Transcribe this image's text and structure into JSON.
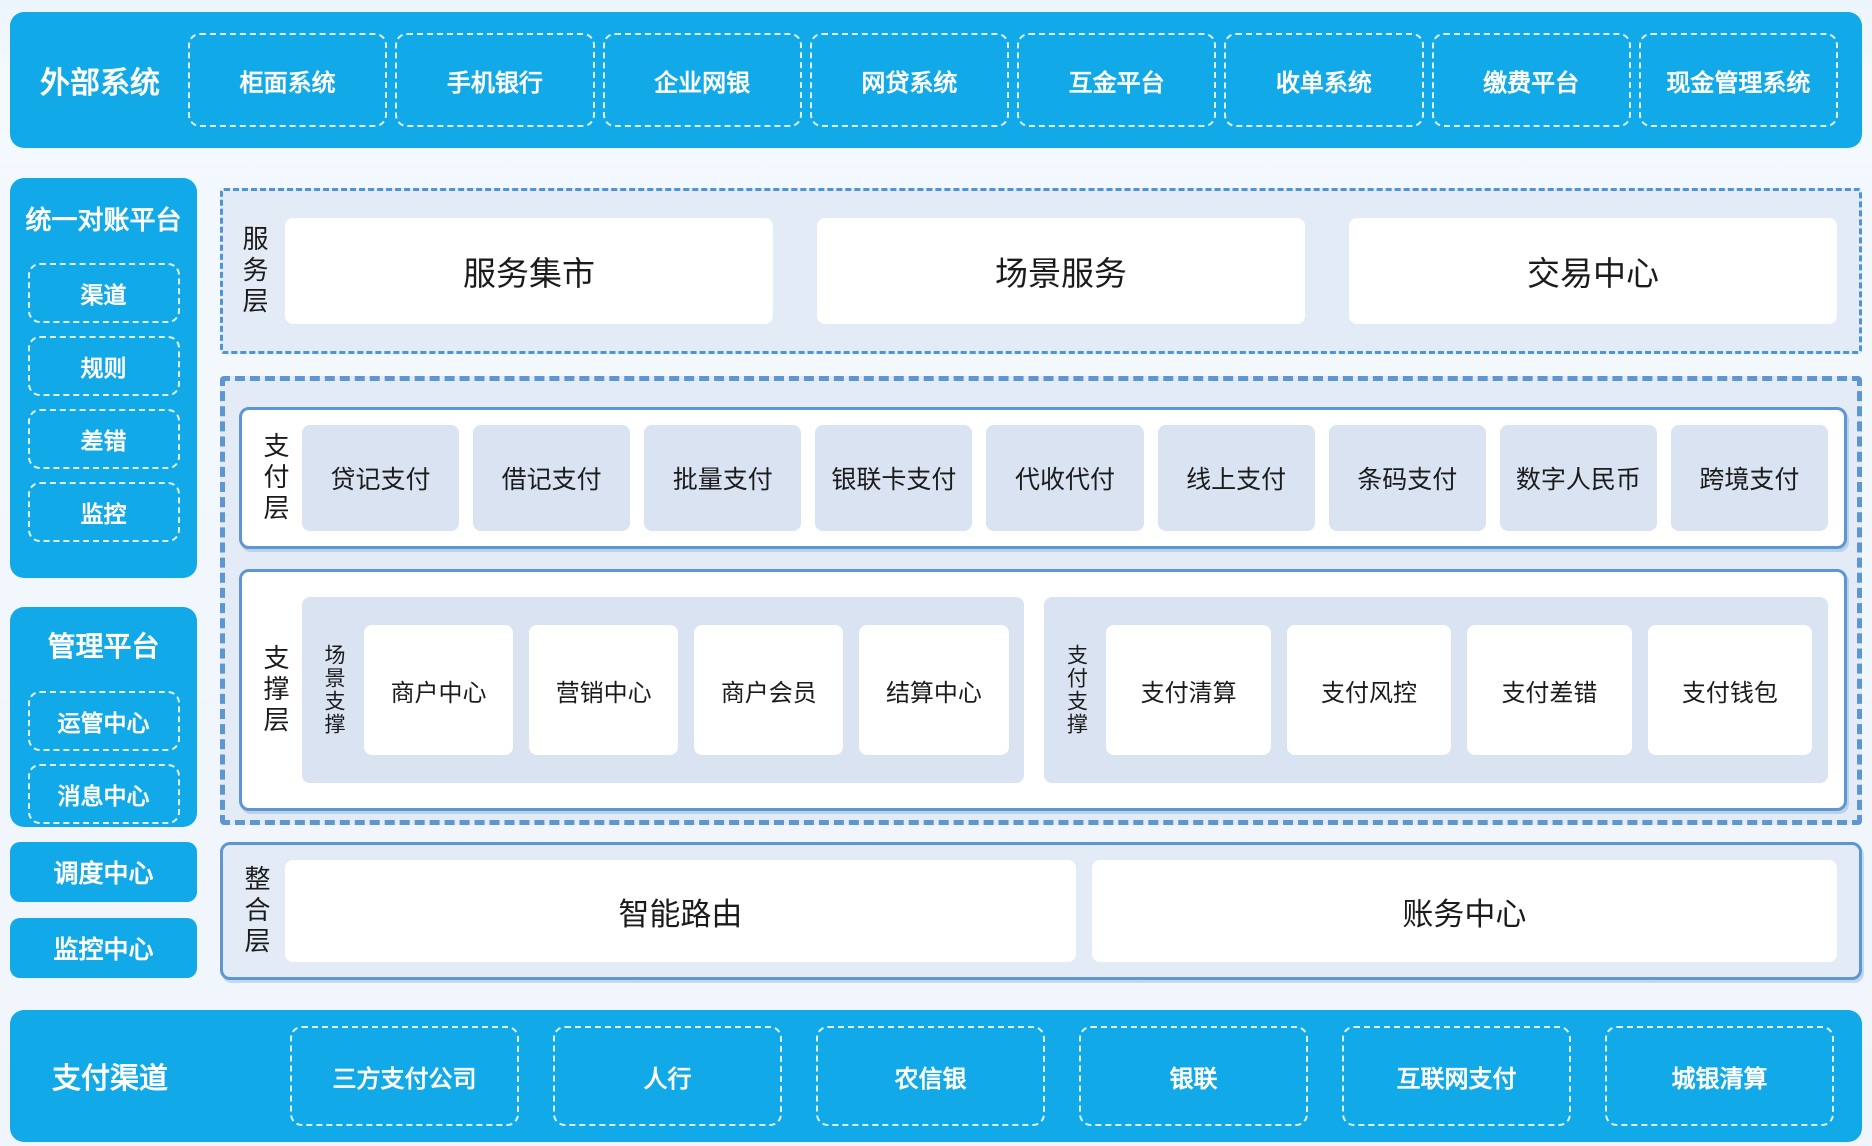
{
  "colors": {
    "accent_blue": "#12a9e9",
    "panel_bg": "#e3ebf6",
    "item_bg": "#d9e3f1",
    "solid_border": "#5e96d2",
    "dashed_border": "#4d94d9",
    "text_dark": "#1b1b1b"
  },
  "top_bar": {
    "title": "外部系统",
    "items": [
      "柜面系统",
      "手机银行",
      "企业网银",
      "网贷系统",
      "互金平台",
      "收单系统",
      "缴费平台",
      "现金管理系统"
    ]
  },
  "sidebar": {
    "reconciliation": {
      "title": "统一对账平台",
      "items": [
        "渠道",
        "规则",
        "差错",
        "监控"
      ]
    },
    "management": {
      "title": "管理平台",
      "items": [
        "运管中心",
        "消息中心"
      ]
    },
    "standalone": [
      "调度中心",
      "监控中心"
    ]
  },
  "service_layer": {
    "label": "服务层",
    "items": [
      "服务集市",
      "场景服务",
      "交易中心"
    ]
  },
  "payment_layer": {
    "label": "支付层",
    "items": [
      "贷记支付",
      "借记支付",
      "批量支付",
      "银联卡支付",
      "代收代付",
      "线上支付",
      "条码支付",
      "数字人民币",
      "跨境支付"
    ]
  },
  "support_layer": {
    "label": "支撑层",
    "groups": [
      {
        "label": "场景支撑",
        "items": [
          "商户中心",
          "营销中心",
          "商户会员",
          "结算中心"
        ]
      },
      {
        "label": "支付支撑",
        "items": [
          "支付清算",
          "支付风控",
          "支付差错",
          "支付钱包"
        ]
      }
    ]
  },
  "integration_layer": {
    "label": "整合层",
    "items": [
      "智能路由",
      "账务中心"
    ]
  },
  "bottom_bar": {
    "title": "支付渠道",
    "items": [
      "三方支付公司",
      "人行",
      "农信银",
      "银联",
      "互联网支付",
      "城银清算"
    ]
  }
}
